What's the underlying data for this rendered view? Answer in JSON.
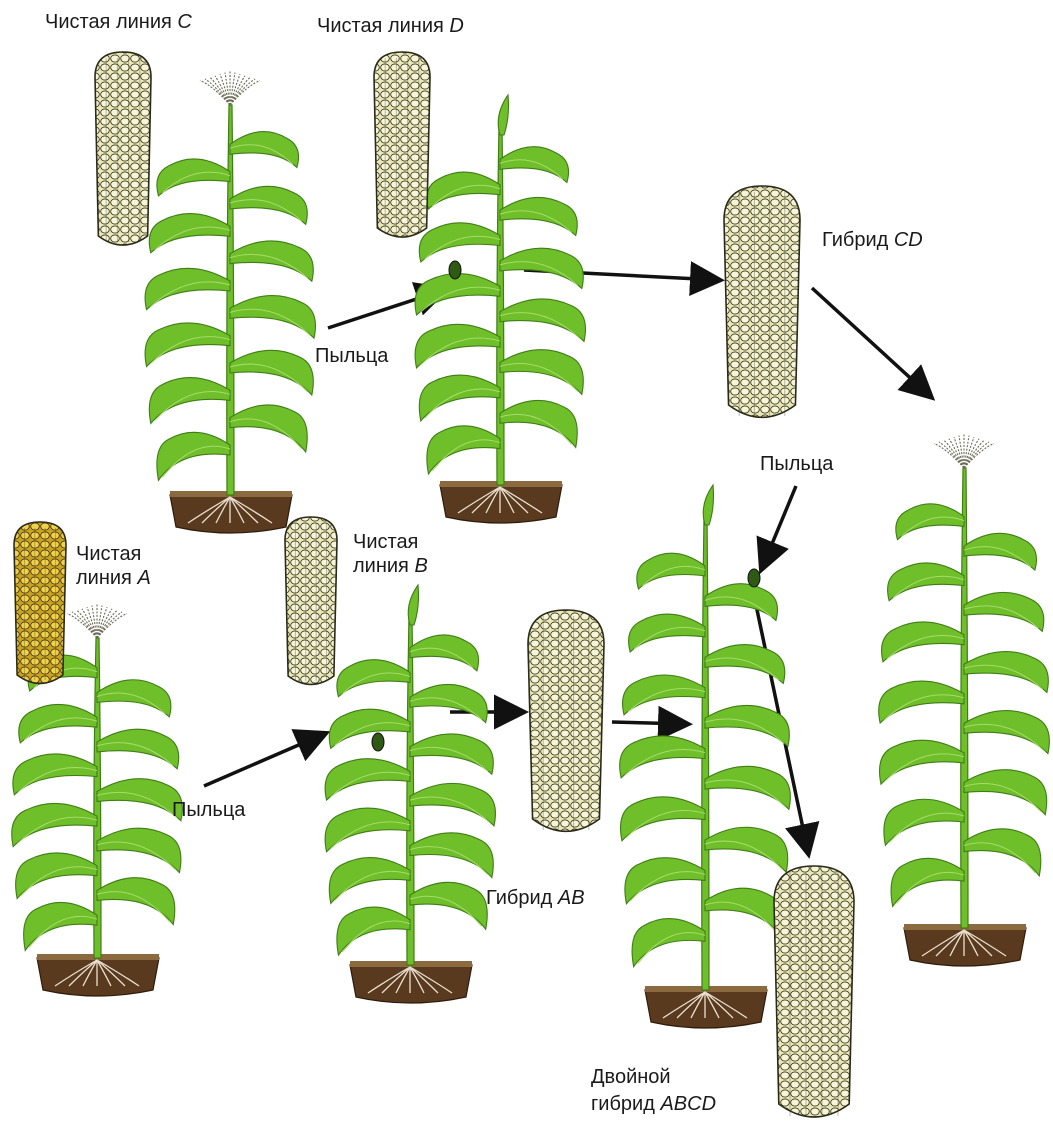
{
  "labels": {
    "line_c": {
      "prefix": "Чистая линия ",
      "letter": "C"
    },
    "line_d": {
      "prefix": "Чистая линия ",
      "letter": "D"
    },
    "line_a_1": "Чистая",
    "line_a_2_prefix": "линия ",
    "line_a_2_letter": "A",
    "line_b_1": "Чистая",
    "line_b_2_prefix": "линия ",
    "line_b_2_letter": "B",
    "hybrid_cd": {
      "prefix": "Гибрид ",
      "letter": "CD"
    },
    "hybrid_ab": {
      "prefix": "Гибрид ",
      "letter": "AB"
    },
    "double_1": "Двойной",
    "double_2_prefix": "гибрид ",
    "double_2_letter": "ABCD",
    "pollen_top": "Пыльца",
    "pollen_bottom": "Пыльца",
    "pollen_right": "Пыльца"
  },
  "colors": {
    "leaf": "#6fbf2a",
    "leaf_dark": "#3f7d16",
    "soil": "#5a3a1e",
    "soil_top": "#8a6a3e",
    "kernel_pale": "#f1efc8",
    "kernel_yellow": "#e8c83a",
    "outline": "#2a2a1a",
    "arrow": "#111111"
  }
}
